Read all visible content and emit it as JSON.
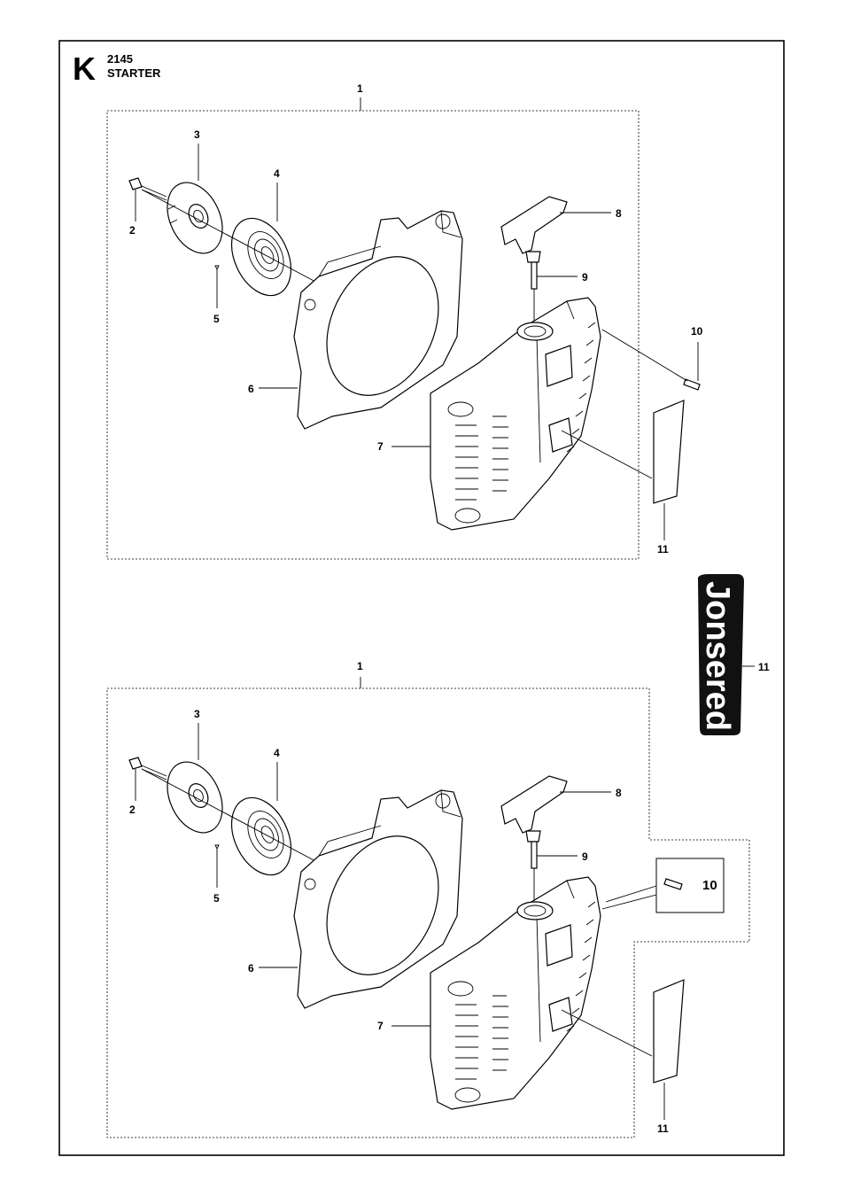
{
  "header": {
    "section_letter": "K",
    "model": "2145",
    "title": "STARTER"
  },
  "logo": {
    "brand": "Jonsered",
    "reference": "11"
  },
  "assemblies": [
    {
      "id": "upper",
      "labels": [
        "1",
        "2",
        "3",
        "4",
        "5",
        "6",
        "7",
        "8",
        "9",
        "10",
        "11"
      ]
    },
    {
      "id": "lower",
      "labels": [
        "1",
        "2",
        "3",
        "4",
        "5",
        "6",
        "7",
        "8",
        "9",
        "10",
        "11"
      ]
    }
  ]
}
